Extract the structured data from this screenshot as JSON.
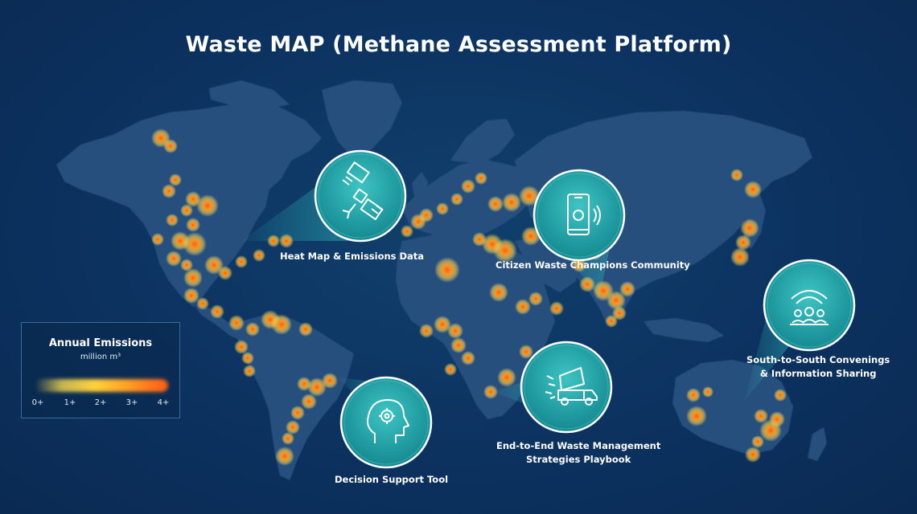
{
  "title": "Waste MAP (Methane Assessment Platform)",
  "features": [
    {
      "id": "heatmap",
      "icon": "satellite-icon",
      "lines": [
        "Heat Map & Emissions Data"
      ]
    },
    {
      "id": "citizen",
      "icon": "smartphone-icon",
      "lines": [
        "Citizen Waste Champions Community"
      ]
    },
    {
      "id": "south",
      "icon": "community-broadcast-icon",
      "lines": [
        "South-to-South Convenings",
        "& Information Sharing"
      ]
    },
    {
      "id": "playbook",
      "icon": "garbage-truck-icon",
      "lines": [
        "End-to-End Waste Management",
        "Strategies Playbook"
      ]
    },
    {
      "id": "decision",
      "icon": "head-gear-icon",
      "lines": [
        "Decision Support Tool"
      ]
    }
  ],
  "legend": {
    "title": "Annual Emissions",
    "subtitle": "million m³",
    "ticks": [
      "0+",
      "1+",
      "2+",
      "3+",
      "4+"
    ],
    "gradient_colors": [
      "#fff06e",
      "#ffd23c",
      "#ff9a24",
      "#ff5a14"
    ]
  },
  "colors": {
    "background": "#0c3260",
    "land": "#26507e",
    "circle_fill": "#2aa8ac",
    "circle_border": "#ffffff",
    "hotspot_core": "#ff6a1a",
    "hotspot_glow": "#ffd54a"
  }
}
